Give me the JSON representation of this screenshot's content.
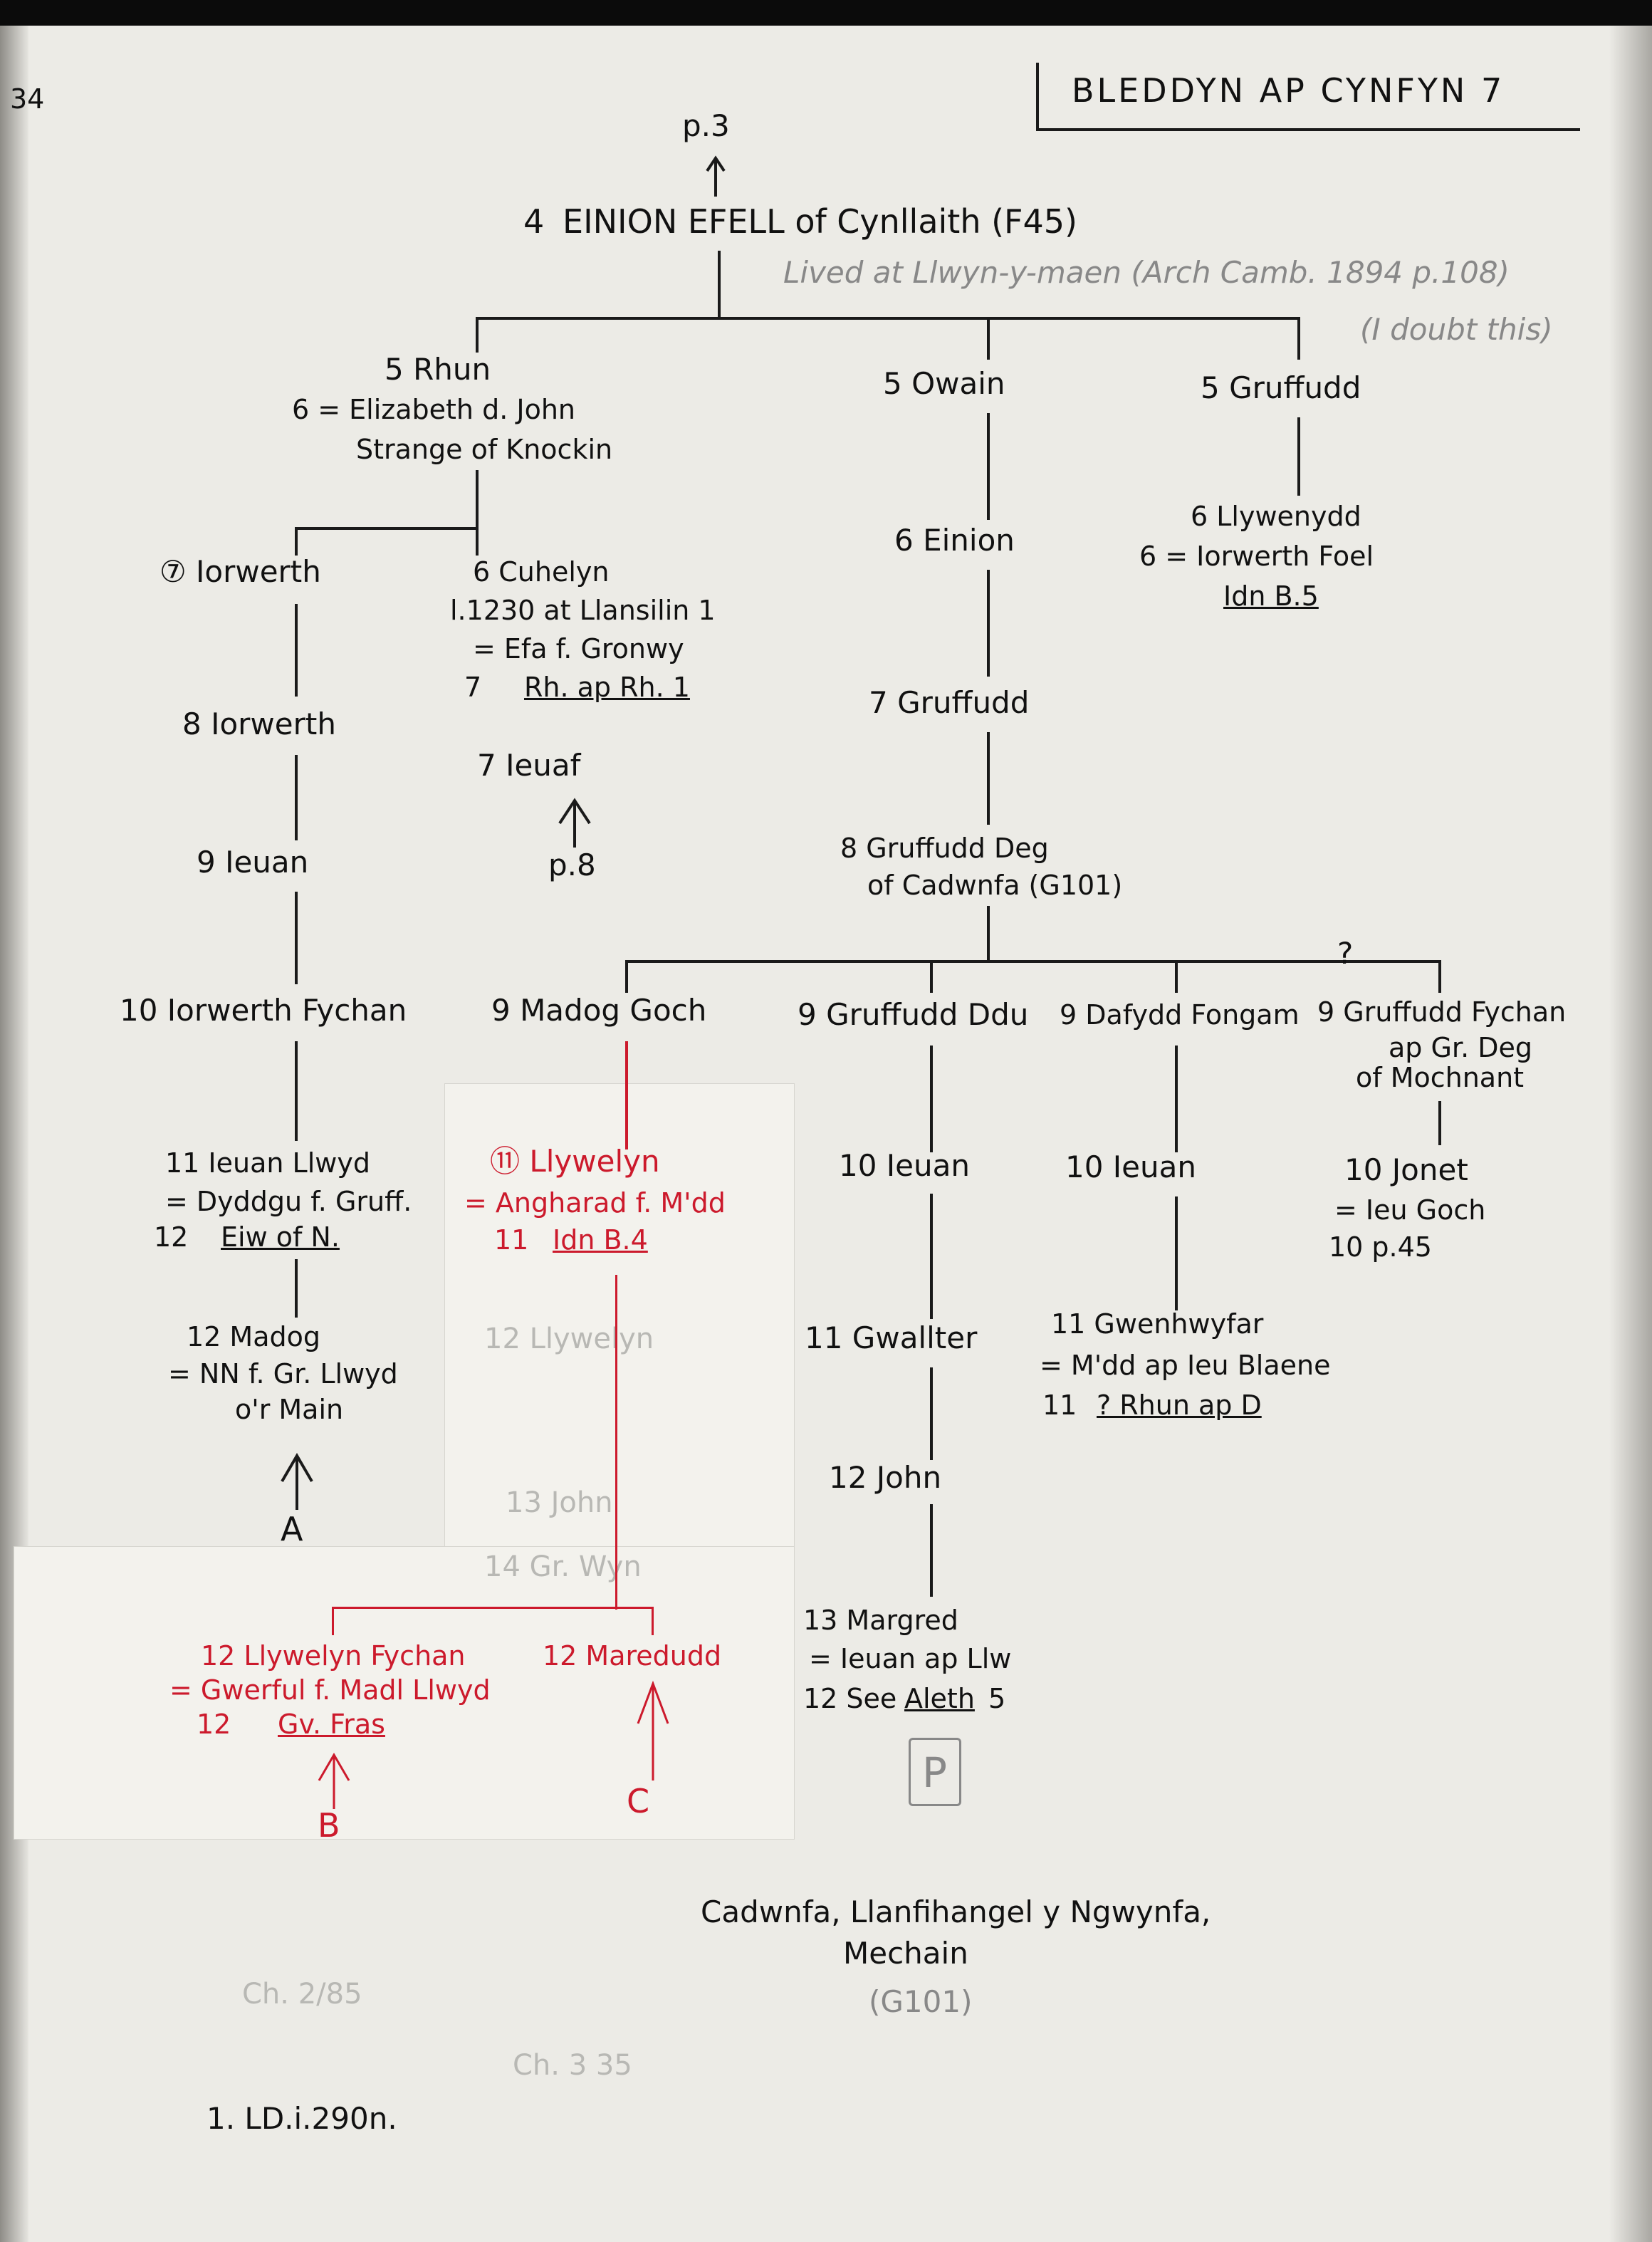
{
  "page_number": "34",
  "header": "BLEDDYN AP CYNFYN 7",
  "top_ref": "p.3",
  "root": {
    "gen": "4",
    "name": "EINION EFELL of Cynllaith (F45)",
    "note": "Lived at Llwyn-y-maen (Arch Camb. 1894 p.108)",
    "note2": "(I doubt this)"
  },
  "rhun": {
    "line1": "5 Rhun",
    "line2": "6 = Elizabeth d. John",
    "line3": "Strange of Knockin"
  },
  "owain": "5 Owain",
  "gruffudd5": "5 Gruffudd",
  "llywenydd": {
    "line1": "6 Llywenydd",
    "line2": "6 = Iorwerth Foel",
    "line3": "Idn B.5"
  },
  "einion6": "6 Einion",
  "gruffudd7": "7 Gruffudd",
  "gruffudd_deg": {
    "line1": "8 Gruffudd Deg",
    "line2": "of Cadwnfa (G101)"
  },
  "iorwerth7": "⑦ Iorwerth",
  "cuhelyn": {
    "line1": "6 Cuhelyn",
    "line2": "l.1230 at Llansilin 1",
    "line3": "= Efa f. Gronwy",
    "line4_num": "7",
    "line4_ref": "Rh. ap Rh. 1"
  },
  "ieuaf7": "7 Ieuaf",
  "ref_p8": "p.8",
  "iorwerth8": "8 Iorwerth",
  "ieuan9": "9 Ieuan",
  "iorwerth_fychan": "10 Iorwerth Fychan",
  "ieuan_llwyd": {
    "line1": "11 Ieuan Llwyd",
    "line2": "= Dyddgu f. Gruff.",
    "line3_num": "12",
    "line3_ref": "Eiw of N."
  },
  "madog12": {
    "line1": "12 Madog",
    "line2": "= NN f. Gr. Llwyd",
    "line3": "o'r Main"
  },
  "label_a": "A",
  "madog_goch": "9 Madog Goch",
  "gruffudd_ddu": "9 Gruffudd Ddu",
  "dafydd_fongam": "9 Dafydd Fongam",
  "gruffudd_fychan": {
    "line1": "9 Gruffudd Fychan",
    "line2": "ap Gr. Deg",
    "line3": "of Mochnant"
  },
  "question": "?",
  "llywelyn11": {
    "line1": "⑪ Llywelyn",
    "line2": "= Angharad f. M'dd",
    "line3_num": "11",
    "line3_ref": "Idn B.4"
  },
  "ieuan10a": "10 Ieuan",
  "ieuan10b": "10 Ieuan",
  "jonet": {
    "line1": "10 Jonet",
    "line2": "= Ieu Goch",
    "line3": "10 p.45"
  },
  "gwallter": "11 Gwallter",
  "gwenhwyfar": {
    "line1": "11 Gwenhwyfar",
    "line2": "= M'dd ap Ieu Blaene",
    "line3_num": "11",
    "line3_ref": "? Rhun ap D"
  },
  "john12": "12 John",
  "margred": {
    "line1": "13 Margred",
    "line2": "= Ieuan ap Llw",
    "line3_pre": "12 See",
    "line3_ref": "Aleth",
    "line3_post": "5"
  },
  "llywelyn_fychan": {
    "line1": "12 Llywelyn Fychan",
    "line2": "= Gwerful f. Madl Llwyd",
    "line3_num": "12",
    "line3_ref": "Gv. Fras"
  },
  "maredudd": "12 Maredudd",
  "label_b": "B",
  "label_c": "C",
  "label_p": "P",
  "place": {
    "line1": "Cadwnfa, Llanfihangel y Ngwynfa,",
    "line2": "Mechain",
    "ref": "(G101)"
  },
  "footnote": "1. LD.i.290n.",
  "show_through": {
    "a": "12 Llywelyn",
    "b": "13 John",
    "c": "14 Gr. Wyn",
    "d": "Ch. 2/85",
    "e": "Ch. 3 35"
  }
}
